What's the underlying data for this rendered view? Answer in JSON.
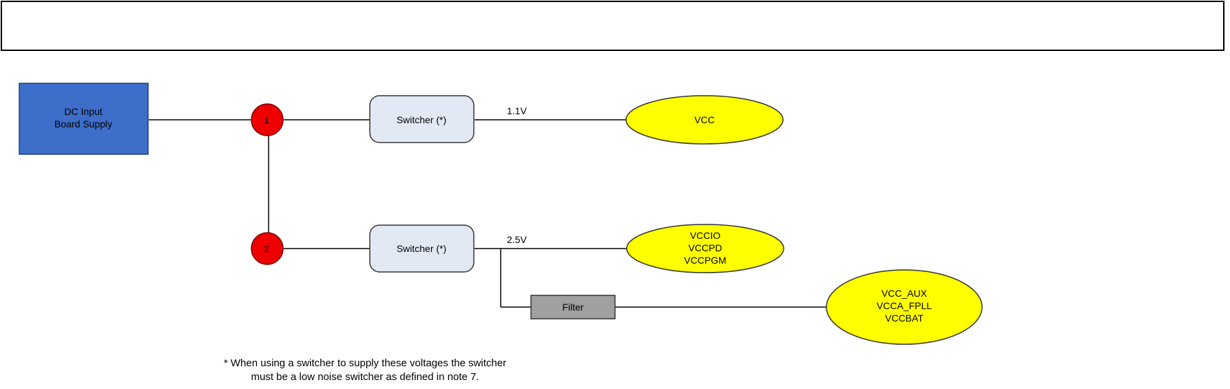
{
  "title_box_text": "",
  "source": {
    "line1": "DC Input",
    "line2": "Board Supply"
  },
  "nodes": [
    "1",
    "2"
  ],
  "switchers": [
    {
      "label": "Switcher (*)"
    },
    {
      "label": "Switcher (*)"
    }
  ],
  "voltages": [
    "1.1V",
    "2.5V"
  ],
  "filter": {
    "label": "Filter"
  },
  "rails": [
    {
      "lines": [
        "VCC"
      ]
    },
    {
      "lines": [
        "VCCIO",
        "VCCPD",
        "VCCPGM"
      ]
    },
    {
      "lines": [
        "VCC_AUX",
        "VCCA_FPLL",
        "VCCBAT"
      ]
    }
  ],
  "footnote": {
    "line1": "* When using a switcher to supply these voltages the switcher",
    "line2": "must be a low noise switcher as defined in note 7."
  },
  "colors": {
    "source_fill": "#3d6ec9",
    "node_fill": "#ee0000",
    "switcher_fill": "#e3e9f4",
    "filter_fill": "#a0a0a0",
    "rail_fill": "#ffff00",
    "line": "#000000"
  }
}
